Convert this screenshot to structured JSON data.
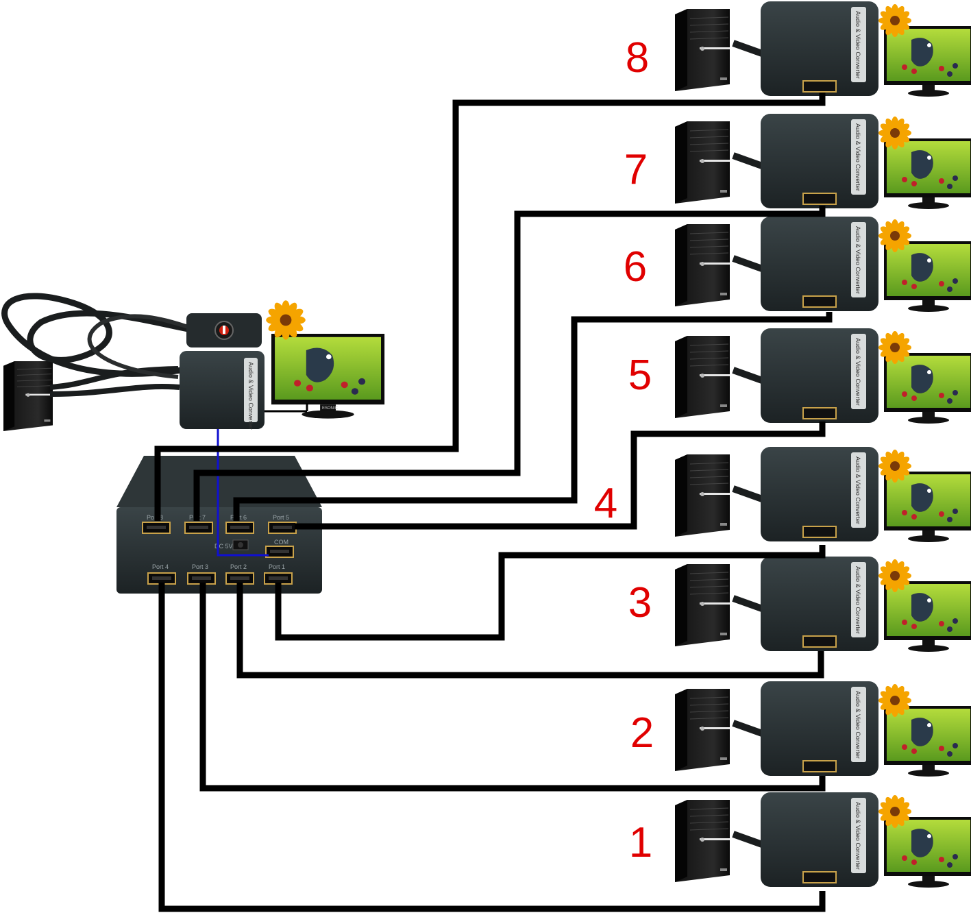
{
  "diagram": {
    "station_numbers": [
      "8",
      "7",
      "6",
      "5",
      "4",
      "3",
      "2",
      "1"
    ],
    "hub": {
      "top_ports": [
        "Port 8",
        "Port 7",
        "Port 6",
        "Port 5"
      ],
      "bottom_ports": [
        "Port 4",
        "Port 3",
        "Port 2",
        "Port 1"
      ],
      "com_label": "COM",
      "power_label": "DC 5V"
    },
    "converter_label": "Audio & Video Converter",
    "monitor_brand": "ESONIC",
    "colors": {
      "cable": "#000000",
      "control_cable": "#1010d0",
      "number": "#e00000",
      "device_body": "#2b3234"
    },
    "icons": [
      "pc-tower-icon",
      "converter-box-icon",
      "monitor-icon",
      "flower-icon",
      "hdmi-port-icon",
      "cable-icon"
    ]
  }
}
